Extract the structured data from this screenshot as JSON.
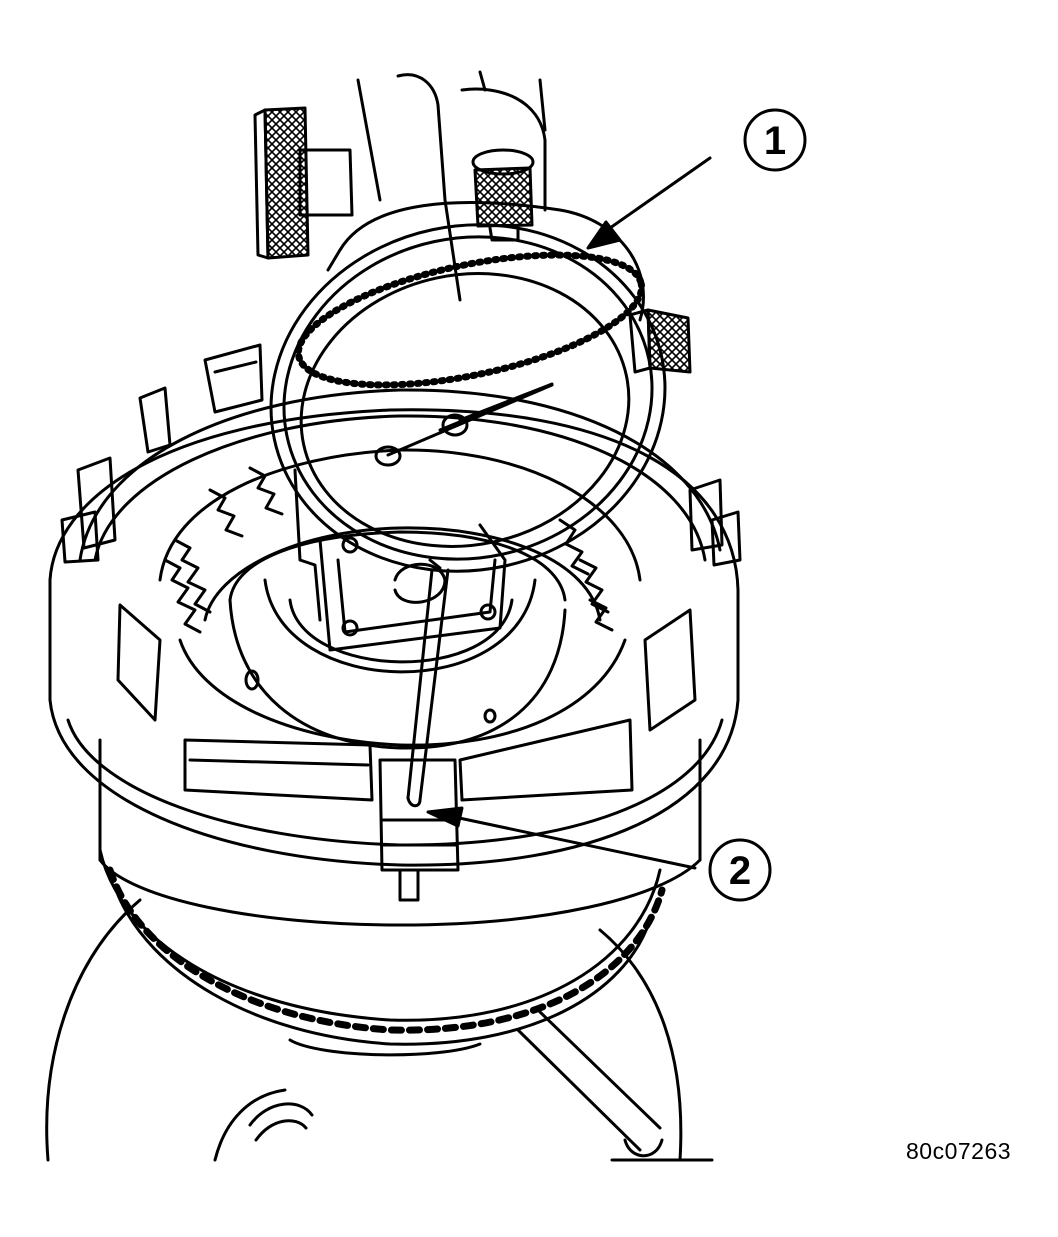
{
  "callouts": [
    {
      "label": "1"
    },
    {
      "label": "2"
    }
  ],
  "figure_id": "80c07263"
}
